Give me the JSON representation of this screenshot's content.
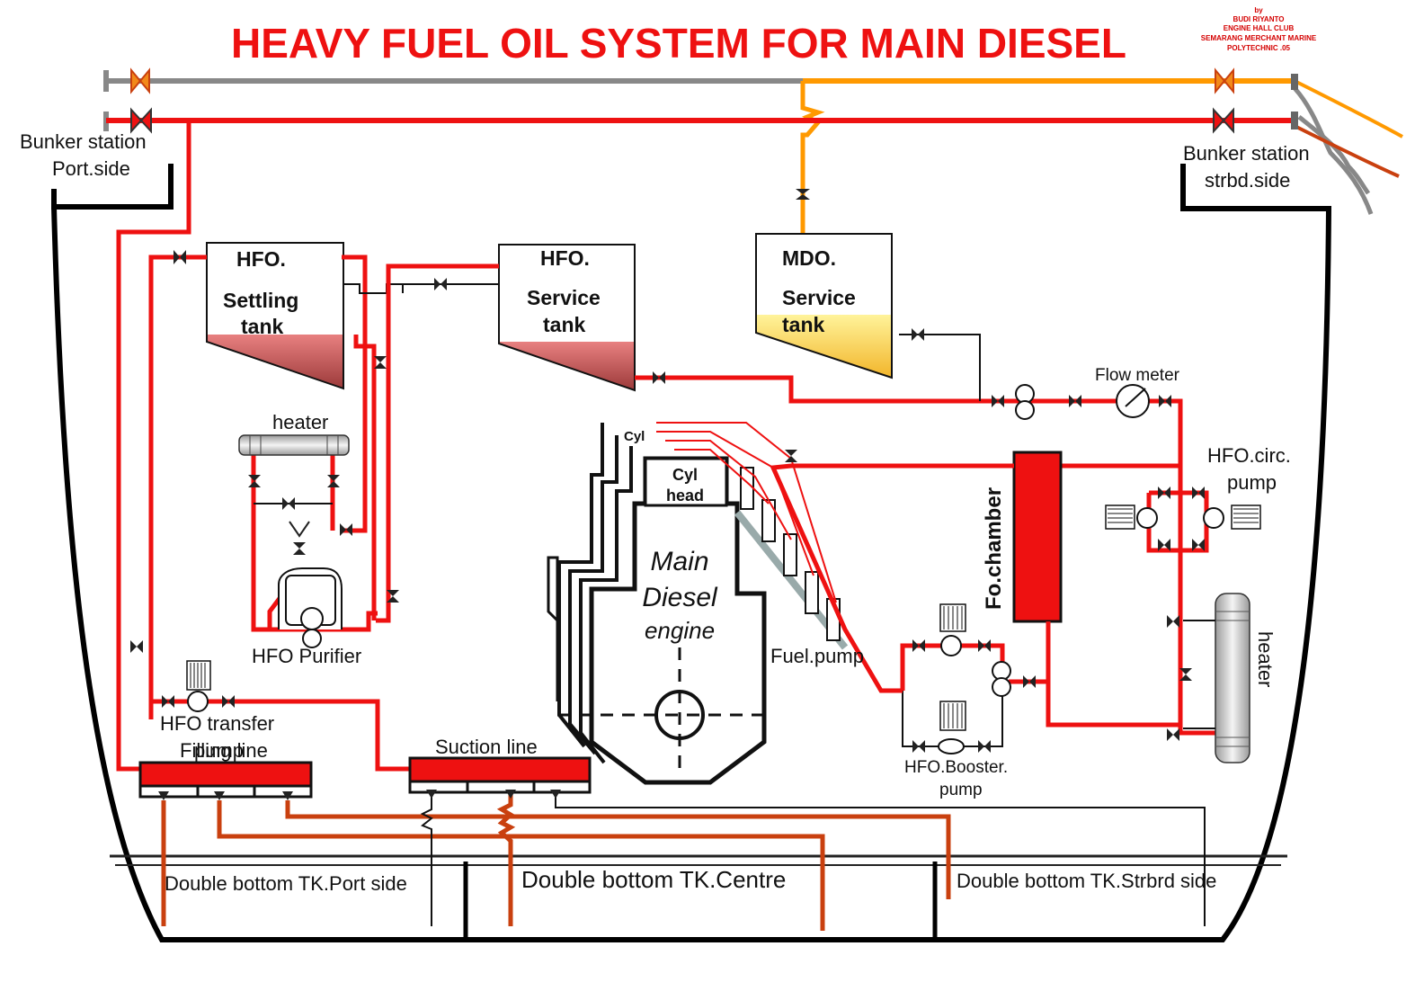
{
  "title": "HEAVY FUEL OIL SYSTEM FOR MAIN DIESEL",
  "credit": [
    "by",
    "BUDI RIYANTO",
    "ENGINE HALL CLUB",
    "SEMARANG MERCHANT MARINE",
    "POLYTECHNIC .05"
  ],
  "bunker": {
    "port": [
      "Bunker  station",
      "Port.side"
    ],
    "strbd": [
      "Bunker station",
      "strbd.side"
    ]
  },
  "tanks": {
    "settling": [
      "HFO.",
      "Settling",
      "tank"
    ],
    "service": [
      "HFO.",
      "Service",
      "tank"
    ],
    "mdo": [
      "MDO.",
      "Service",
      "tank"
    ]
  },
  "labels": {
    "heater_left": "heater",
    "heater_right": "heater",
    "purifier": "HFO Purifier",
    "transfer_pump": [
      "HFO transfer",
      "pump"
    ],
    "filling_line": "Filling line",
    "suction_line": "Suction line",
    "flow_meter": "Flow meter",
    "circ_pump": [
      "HFO.circ.",
      "pump"
    ],
    "fo_chamber": "Fo.chamber",
    "fuel_pump": "Fuel.pump",
    "booster_pump": [
      "HFO.Booster.",
      "pump"
    ],
    "cyl_head": [
      "Cyl",
      "head"
    ],
    "cyl_small": "Cyl",
    "engine": [
      "Main",
      "Diesel",
      "engine"
    ],
    "db_port": "Double bottom TK.Port side",
    "db_centre": "Double bottom TK.Centre",
    "db_strbd": "Double bottom TK.Strbrd side"
  },
  "colors": {
    "hfo_line": "#ee1111",
    "mdo_line": "#ff9900",
    "return_line": "#c9400f",
    "vent_line": "#888888",
    "title": "#ee1111",
    "hfo_fill": "#c05a5a",
    "mdo_fill": "#ffd84a"
  }
}
